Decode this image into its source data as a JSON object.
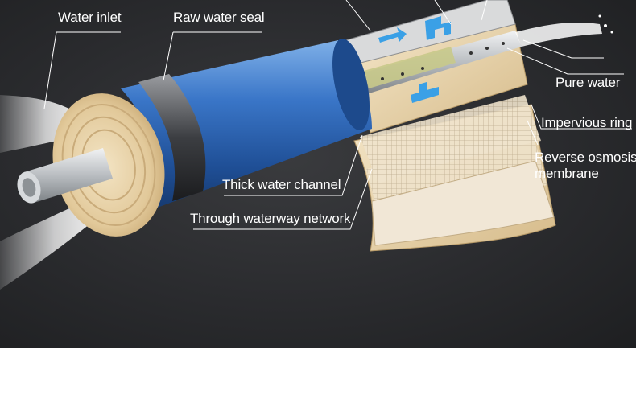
{
  "labels": {
    "water_inlet": "Water inlet",
    "raw_water_seal": "Raw water seal",
    "pure_water": "Pure water",
    "impervious_ring": "Impervious ring",
    "ro_membrane": "Reverse osmosis membrane",
    "thick_water_channel": "Thick water channel",
    "through_waterway_network": "Through waterway network"
  },
  "colors": {
    "background": "#2a2b2e",
    "housing_blue": "#2f68b8",
    "membrane_tan": "#e9d7b0",
    "arrow_blue": "#3aa0e6",
    "core_tube": "#bfc3c6",
    "label_text": "#ffffff"
  }
}
